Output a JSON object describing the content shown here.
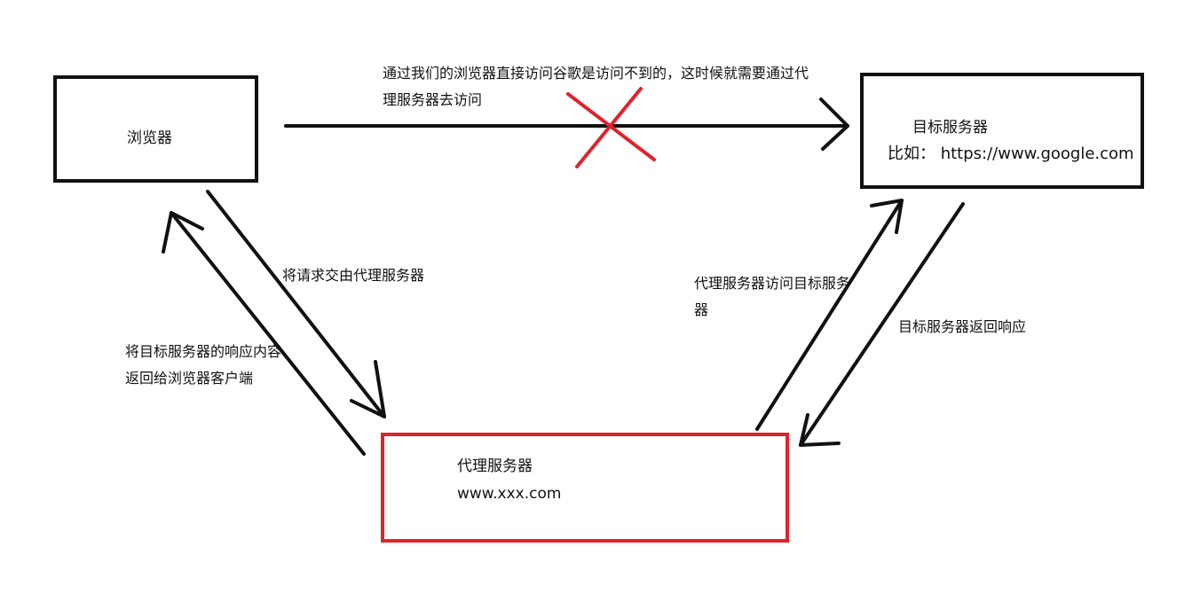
{
  "nodes": {
    "browser": {
      "name": "浏览器"
    },
    "target": {
      "name": "目标服务器",
      "example": "比如： https://www.google.com"
    },
    "proxy": {
      "name": "代理服务器",
      "url": "www.xxx.com"
    }
  },
  "edges": {
    "direct": "通过我们的浏览器直接访问谷歌是访问不到的，这时候就需要通过代理服务器去访问",
    "browser_to_proxy": "将请求交由代理服务器",
    "proxy_to_browser": "将目标服务器的响应内容返回给浏览器客户端",
    "proxy_to_target": "代理服务器访问目标服务器",
    "target_to_proxy": "目标服务器返回响应"
  },
  "colors": {
    "line": "#111111",
    "proxy_border": "#e0232b",
    "cross": "#e0232b"
  }
}
